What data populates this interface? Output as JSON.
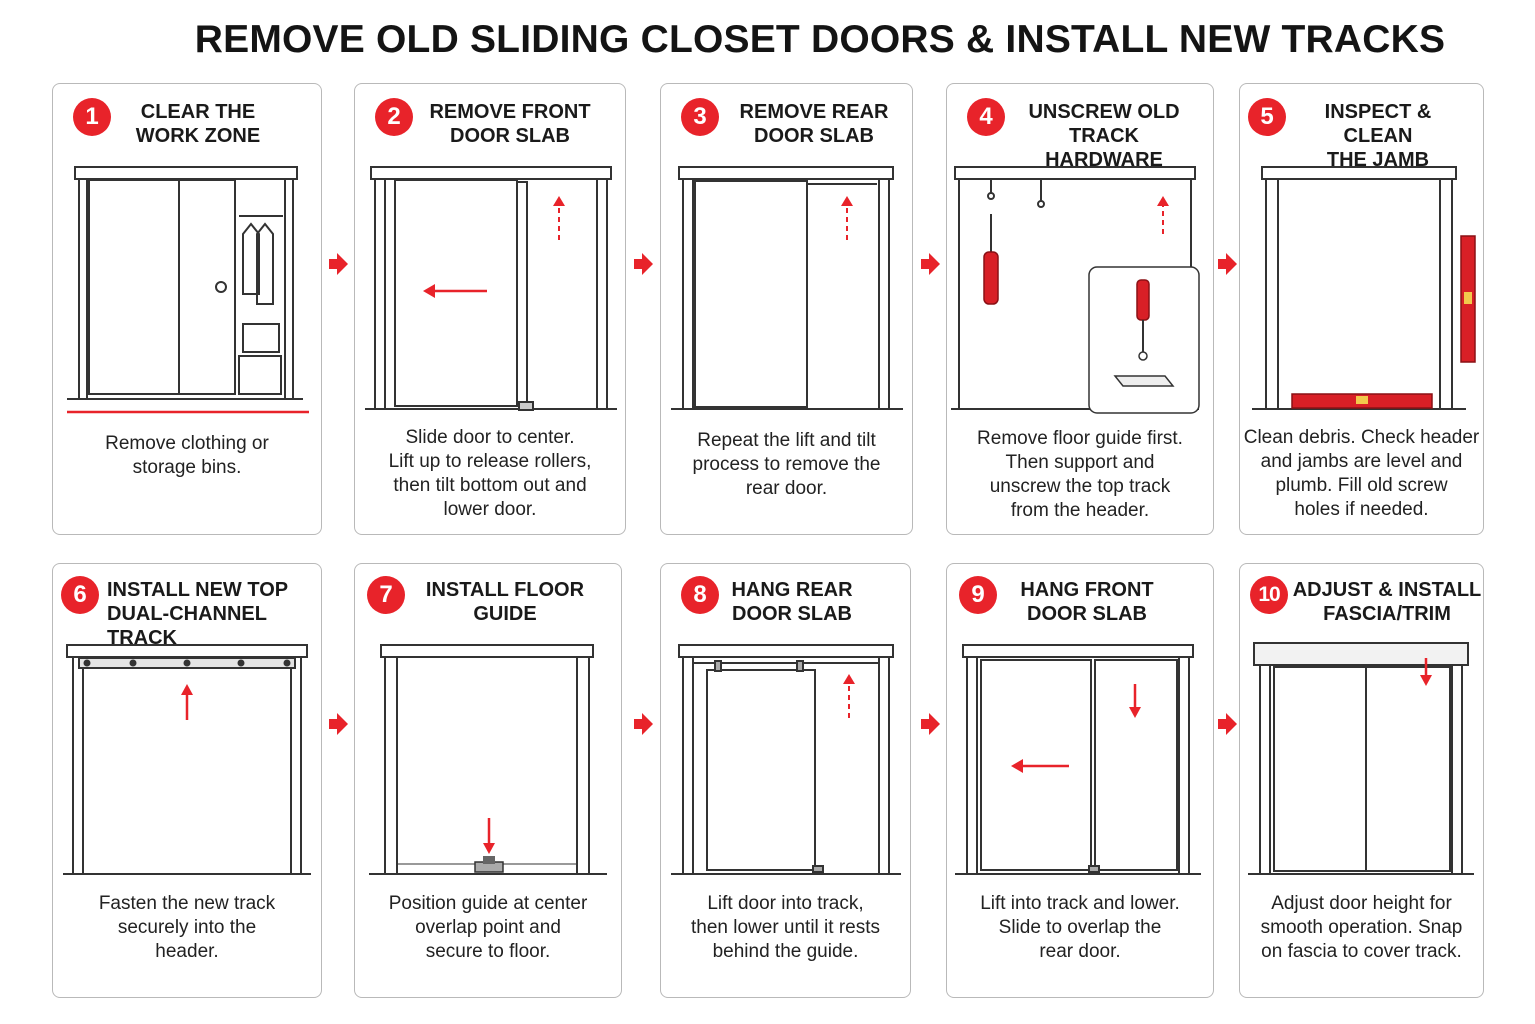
{
  "title": "REMOVE OLD SLIDING CLOSET DOORS & INSTALL NEW TRACKS",
  "accent_color": "#e8232a",
  "steps": [
    {
      "number": "1",
      "title": "CLEAR THE\nWORK ZONE",
      "caption": "Remove clothing or\nstorage bins."
    },
    {
      "number": "2",
      "title": "REMOVE FRONT\nDOOR SLAB",
      "caption": "Slide door to center.\nLift up to release rollers,\nthen tilt bottom out and\nlower door."
    },
    {
      "number": "3",
      "title": "REMOVE REAR\nDOOR SLAB",
      "caption": "Repeat the lift and tilt\nprocess to remove the\nrear door."
    },
    {
      "number": "4",
      "title": "UNSCREW OLD\nTRACK HARDWARE",
      "caption": "Remove floor guide first.\nThen support and\nunscrew the top track\nfrom the header."
    },
    {
      "number": "5",
      "title": "INSPECT & CLEAN\nTHE JAMB",
      "caption": "Clean debris. Check header\nand jambs are level and\nplumb. Fill old screw\nholes if needed."
    },
    {
      "number": "6",
      "title": "INSTALL NEW TOP\nDUAL-CHANNEL TRACK",
      "caption": "Fasten the new track\nsecurely into the\nheader."
    },
    {
      "number": "7",
      "title": "INSTALL FLOOR\nGUIDE",
      "caption": "Position guide at center\noverlap point and\nsecure to floor."
    },
    {
      "number": "8",
      "title": "HANG REAR\nDOOR SLAB",
      "caption": "Lift door into track,\nthen lower until it rests\nbehind the guide."
    },
    {
      "number": "9",
      "title": "HANG FRONT\nDOOR SLAB",
      "caption": "Lift into track and lower.\nSlide to overlap the\nrear door."
    },
    {
      "number": "10",
      "title": "ADJUST & INSTALL\nFASCIA/TRIM",
      "caption": "Adjust door height for\nsmooth operation. Snap\non fascia to cover track."
    }
  ]
}
